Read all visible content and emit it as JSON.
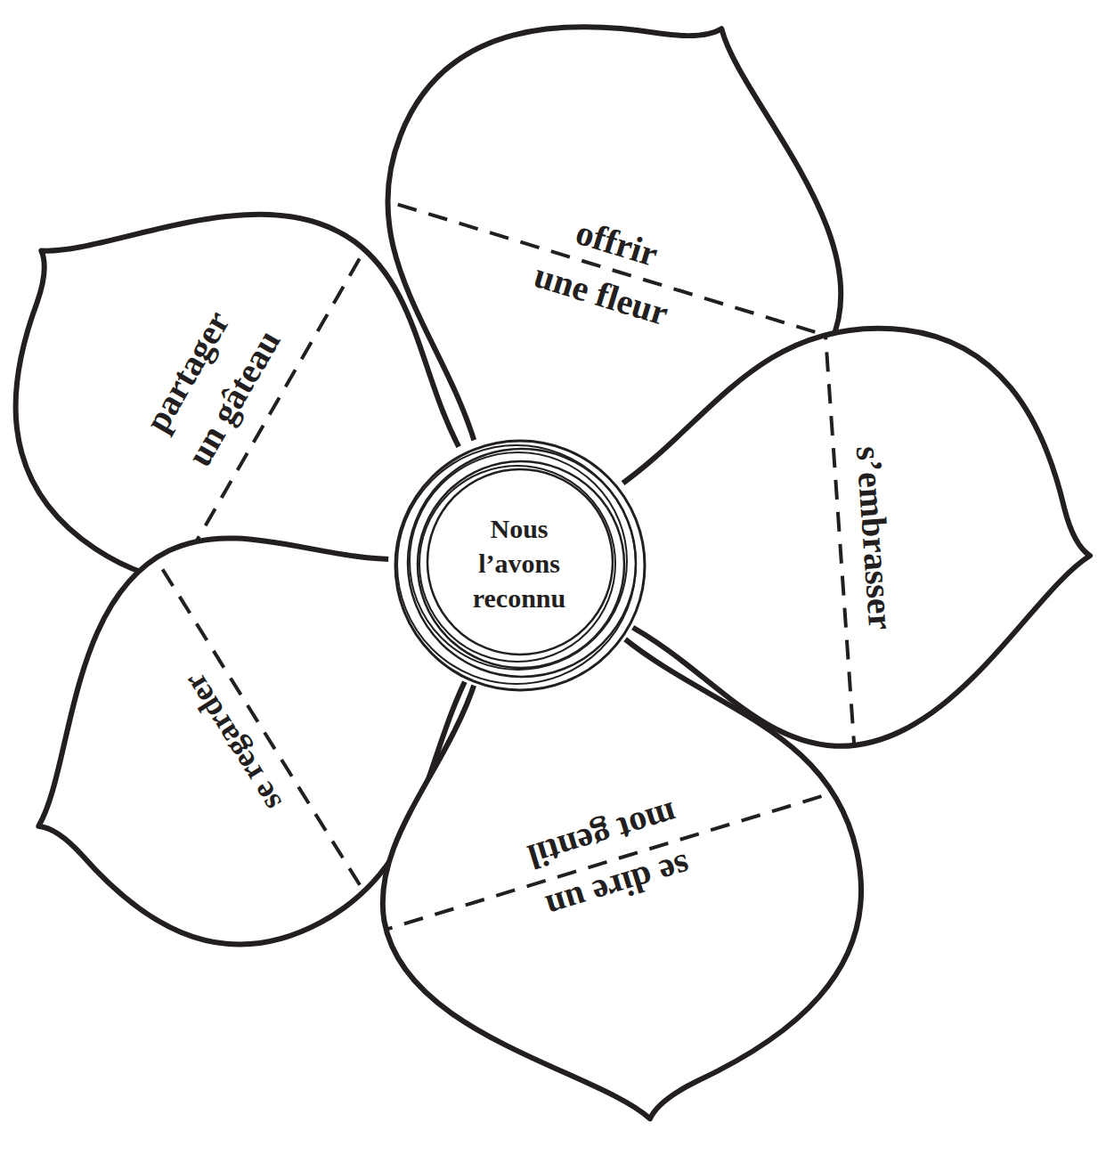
{
  "diagram": {
    "nodes": [
      {
        "text": [
          "partager un gâteau"
        ]
      },
      {
        "text": [
          "offrir une fleur"
        ]
      },
      {
        "text": [
          "s’embrasser"
        ]
      },
      {
        "text": [
          "Nous l’avons reconnu"
        ]
      },
      {
        "text": [
          "se regarder"
        ]
      },
      {
        "text": [
          "se dire un mot gentil"
        ]
      }
    ]
  }
}
